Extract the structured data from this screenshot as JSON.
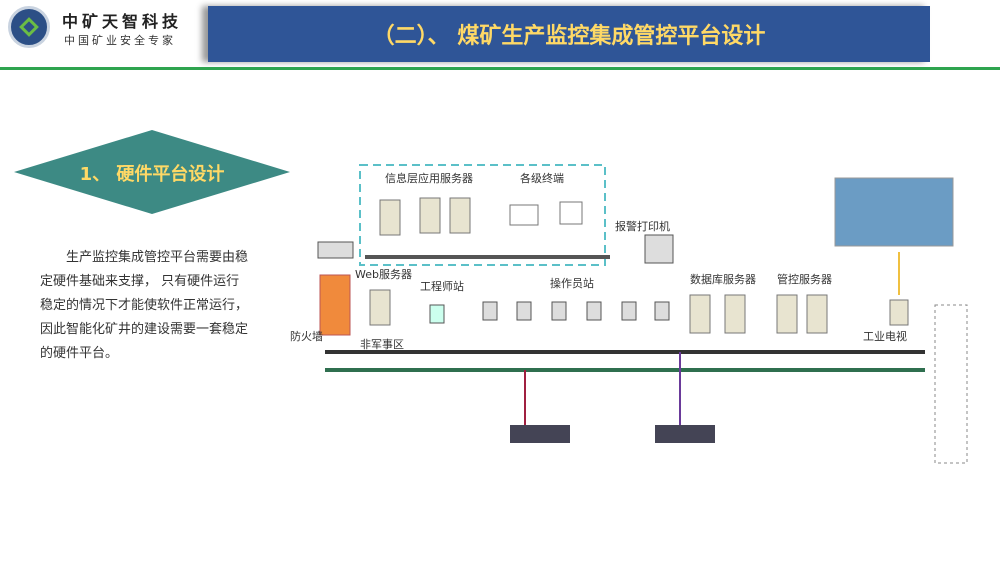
{
  "header": {
    "brand": "中矿天智科技",
    "slogan": "中国矿业安全专家",
    "title": "（二）、 煤矿生产监控集成管控平台设计"
  },
  "section": {
    "heading": "1、 硬件平台设计",
    "paragraph": "生产监控集成管控平台需要由稳定硬件基础来支撑， 只有硬件运行稳定的情况下才能使软件正常运行，因此智能化矿井的建设需要一套稳定的硬件平台。"
  },
  "diagram": {
    "info_servers": "信息层应用服务器",
    "terminals": "各级终端",
    "alarm_printer": "报警打印机",
    "web_server": "Web服务器",
    "engineer_station": "工程师站",
    "operator_station": "操作员站",
    "firewall": "防火墙",
    "dmz": "非军事区",
    "db_servers": "数据库服务器",
    "control_servers": "管控服务器",
    "industrial_tv": "工业电视"
  },
  "colors": {
    "title_bg": "#2f5597",
    "title_text": "#ffd966",
    "accent_green": "#2ea44f",
    "diamond": "#3d8a84"
  }
}
